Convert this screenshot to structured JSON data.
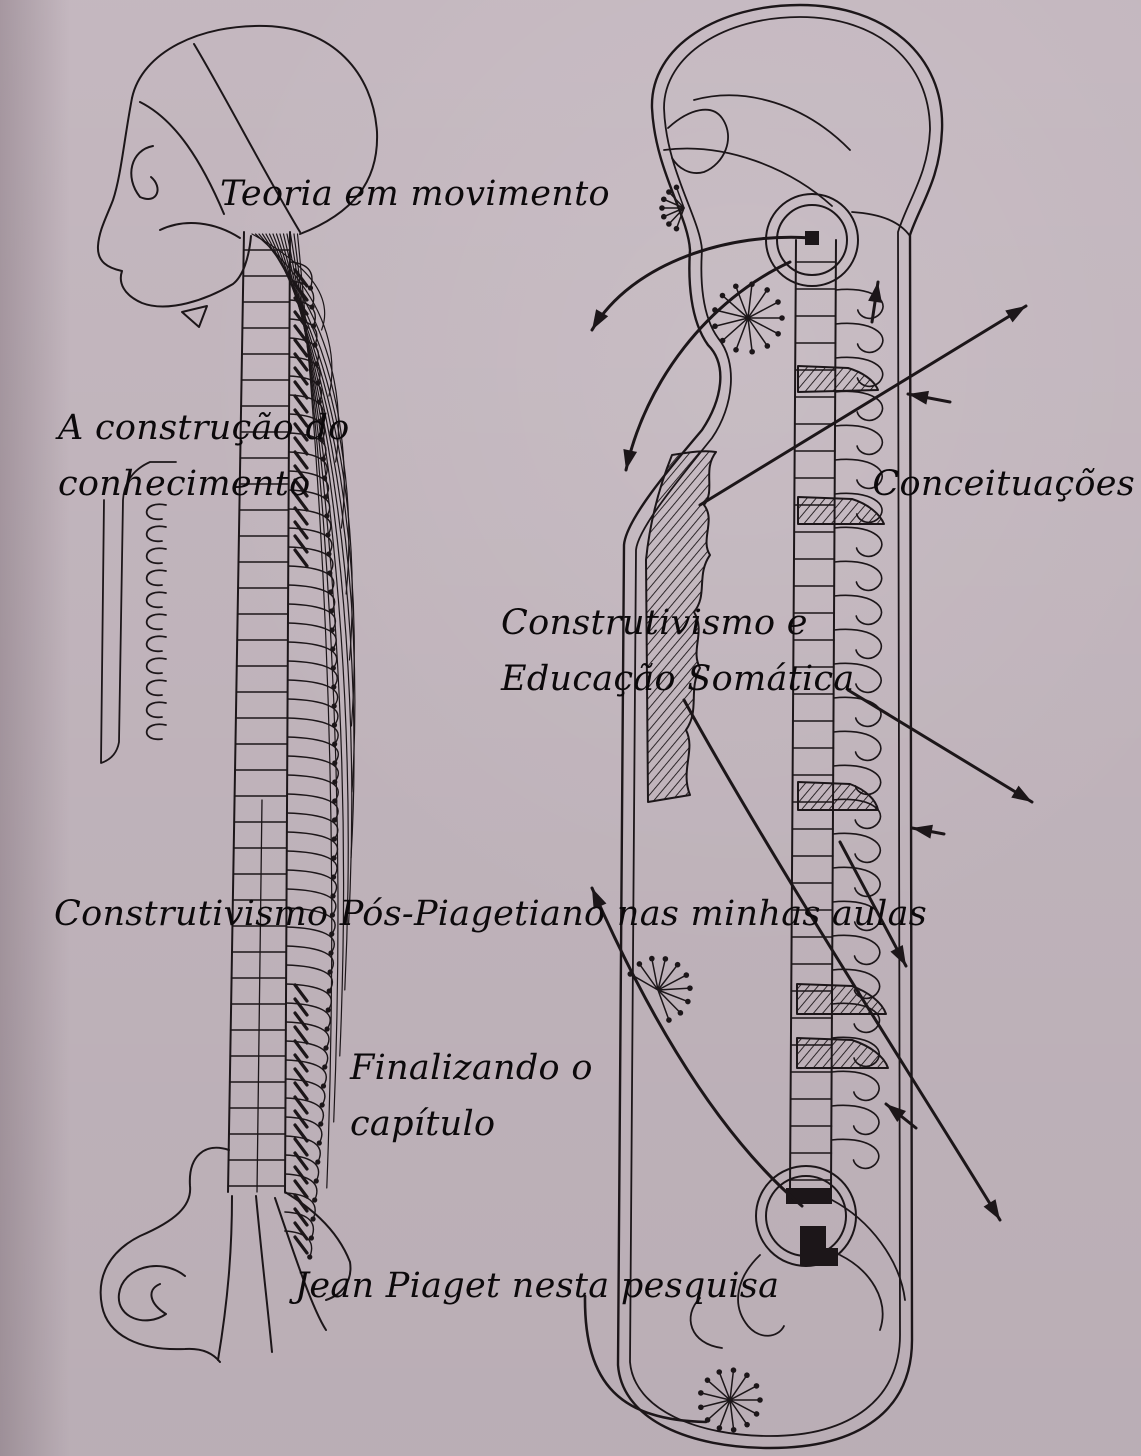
{
  "colors": {
    "paper": "#c8bbc3",
    "paper_edge": "#a99aa3",
    "drawing_ink": "#1c1619",
    "label_ink": "#0c090b"
  },
  "menu": [
    {
      "lines": [
        "Teoria em movimento"
      ]
    },
    {
      "lines": [
        "A construção do",
        "conhecimento"
      ]
    },
    {
      "lines": [
        "Conceituações"
      ]
    },
    {
      "lines": [
        "Construtivismo e",
        "Educação Somática"
      ]
    },
    {
      "lines": [
        "Construtivismo Pós-Piagetiano nas minhas aulas"
      ]
    },
    {
      "lines": [
        "Finalizando o",
        "capítulo"
      ]
    },
    {
      "lines": [
        "Jean Piaget nesta pesquisa"
      ]
    }
  ]
}
